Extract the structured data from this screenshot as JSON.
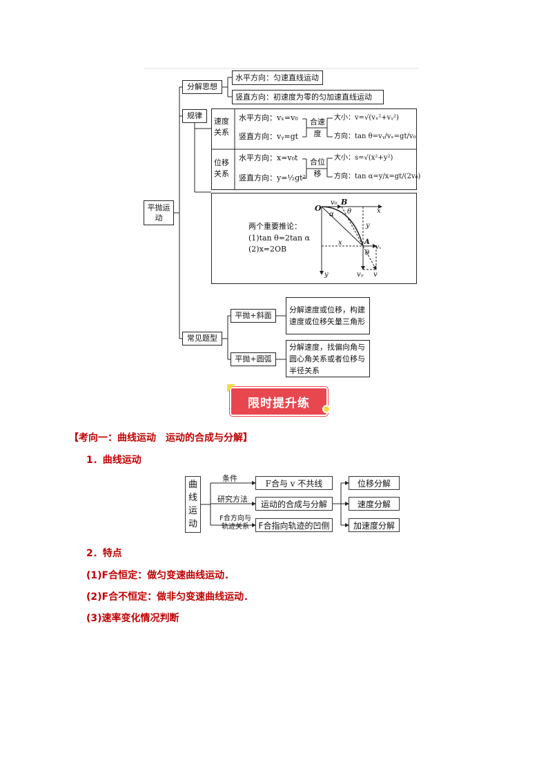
{
  "mindmap": {
    "root": "平抛运动",
    "decompose": {
      "label": "分解思想",
      "horizontal": "水平方向：匀速直线运动",
      "vertical": "竖直方向：初速度为零的匀加速直线运动"
    },
    "law": {
      "label": "规律",
      "velocity": {
        "label": "速度关系",
        "horizontal": "水平方向：vₓ=v₀",
        "vertical": "竖直方向：vᵧ=gt",
        "combine": "合速度",
        "magnitude": "大小：v=√(vₓ²+vᵧ²)",
        "direction": "方向：tan θ=vᵧ/vₓ=gt/v₀"
      },
      "displacement": {
        "label": "位移关系",
        "horizontal": "水平方向：x=v₀t",
        "vertical": "竖直方向：y=½gt²",
        "combine": "合位移",
        "magnitude": "大小：s=√(x²+y²)",
        "direction": "方向：tan α=y/x=gt/(2v₀)"
      },
      "inference": {
        "title": "两个重要推论：",
        "item1": "(1)tan θ=2tan α",
        "item2": "(2)x=2OB",
        "labels": {
          "O": "O",
          "v0": "v₀",
          "B": "B",
          "theta": "θ",
          "x_axis": "x",
          "alpha": "α",
          "y_mid": "y",
          "x_mid": "x",
          "A": "A",
          "vx": "vₓ",
          "theta2": "θ",
          "y_axis": "y",
          "vy": "vᵧ",
          "v": "v"
        }
      }
    },
    "common": {
      "label": "常见题型",
      "slope": {
        "label": "平抛+斜面",
        "desc": "分解速度或位移，构建速度或位移矢量三角形"
      },
      "arc": {
        "label": "平抛+圆弧",
        "desc": "分解速度，找偏向角与圆心角关系或者位移与半径关系"
      }
    }
  },
  "banner": {
    "text": "限时提升练"
  },
  "section": {
    "title": "【考向一：曲线运动　运动的合成与分解】",
    "sub1": "1．曲线运动",
    "flow": {
      "root": "曲线运动",
      "branch1_label": "条件",
      "branch1_box": "F合与 v 不共线",
      "branch2_label": "研究方法",
      "branch2_box": "运动的合成与分解",
      "branch3_label": "F合方向与轨迹关系",
      "branch3_box": "F合指向轨迹的凹侧",
      "out1": "位移分解",
      "out2": "速度分解",
      "out3": "加速度分解"
    },
    "sub2": "2．特点",
    "p1": "(1)F合恒定：做匀变速曲线运动．",
    "p2": "(2)F合不恒定：做非匀变速曲线运动．",
    "p3": "(3)速率变化情况判断"
  },
  "colors": {
    "heading_red": "#c00000",
    "banner_red": "#e8474f",
    "banner_yellow": "#f6d94a"
  }
}
